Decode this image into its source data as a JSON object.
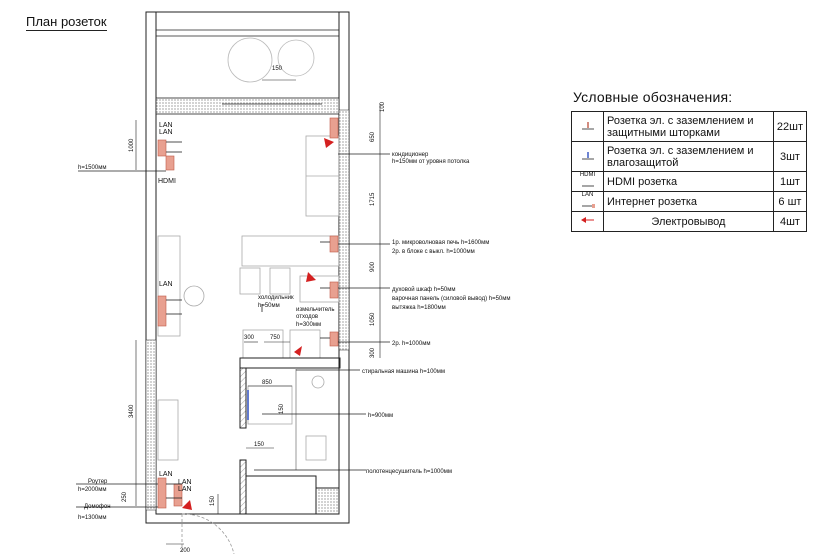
{
  "title": "План розеток",
  "legend": {
    "title": "Условные обозначения:",
    "rows": [
      {
        "icon": "grounded-shuttered-socket-icon",
        "label": "Розетка эл. с заземлением и защитными шторками",
        "count": "22шт"
      },
      {
        "icon": "grounded-waterproof-socket-icon",
        "label": "Розетка эл. с заземлением и влагозащитой",
        "count": "3шт"
      },
      {
        "icon": "hdmi-socket-icon",
        "icon_text": "HDMI",
        "label": "HDMI розетка",
        "count": "1шт"
      },
      {
        "icon": "lan-socket-icon",
        "icon_text": "LAN",
        "label": "Интернет розетка",
        "count": "6 шт"
      },
      {
        "icon": "electrical-outlet-arrow-icon",
        "label": "Электровывод",
        "count": "4шт"
      }
    ]
  },
  "plan": {
    "labels": {
      "lan1": "LAN",
      "lan2": "LAN",
      "hdmi": "HDMI",
      "lan3": "LAN",
      "lan4": "LAN",
      "lan5": "LAN",
      "lan6": "LAN"
    },
    "left_notes": {
      "h1500": "h=1500мм",
      "router": "Роутер",
      "router_h": "h=2000мм",
      "intercom": "Домофон",
      "intercom_h": "h=1300мм"
    },
    "dimensions": {
      "d150_top": "150",
      "d100": "100",
      "d650": "650",
      "d1000": "1000",
      "d1715": "1715",
      "d900": "900",
      "d1050": "1050",
      "d300_right": "300",
      "d300": "300",
      "d750": "750",
      "d850": "850",
      "d150_mid": "150",
      "d150_low": "150",
      "d3400": "3400",
      "d250": "250",
      "d150_bottom": "150",
      "d200": "200"
    },
    "annotations": {
      "ac": "кондиционер",
      "ac_h": "h=150мм от уровня потолка",
      "micro1": "1р. микроволновая печь h=1600мм",
      "micro2": "2р. в блоке с выкл. h=1000мм",
      "oven1": "духовой шкаф h=50мм",
      "oven2": "варочная панель (силовой вывод) h=50мм",
      "oven3": "вытяжка h=1800мм",
      "fridge1": "холодильник",
      "fridge2": "h=50мм",
      "waste1": "измельчитель",
      "waste2": "отходов",
      "waste3": "h=300мм",
      "two_r": "2р. h=1000мм",
      "washer": "стиральная машина  h=100мм",
      "h900": "h=900мм",
      "towel": "полотенцесушитель  h=1000мм"
    }
  },
  "colors": {
    "wall_line": "#222222",
    "socket": "#d46a5a",
    "arrow": "#d42020",
    "hatch": "#777777"
  }
}
